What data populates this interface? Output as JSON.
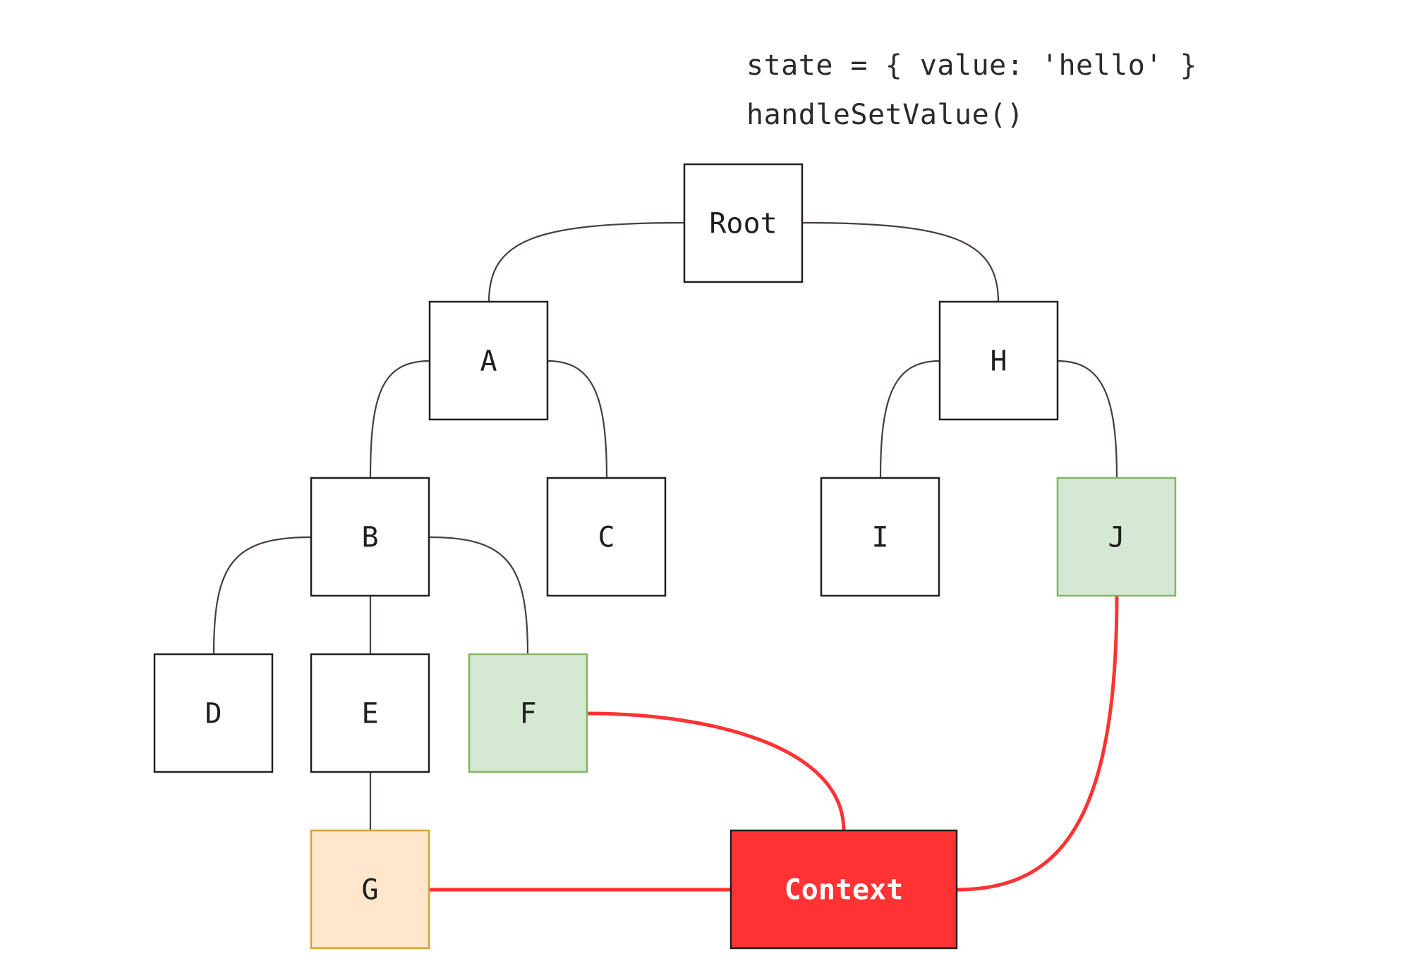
{
  "code": {
    "state_line": "state = { value: 'hello' }",
    "handler_line": "handleSetValue()"
  },
  "colors": {
    "default_fill": "#ffffff",
    "default_stroke": "#1f1f1f",
    "consumer_fill": "#d5e8d4",
    "consumer_stroke": "#82b366",
    "user_fill": "#ffe6cc",
    "user_stroke": "#d6a234",
    "context_fill": "#ff3333",
    "context_stroke": "#1f1f1f",
    "tree_edge": "#4a3c3c",
    "context_edge": "#ff3333"
  },
  "nodes": [
    {
      "id": "root",
      "label": "Root",
      "style": "default"
    },
    {
      "id": "a",
      "label": "A",
      "style": "default"
    },
    {
      "id": "h",
      "label": "H",
      "style": "default"
    },
    {
      "id": "b",
      "label": "B",
      "style": "default"
    },
    {
      "id": "c",
      "label": "C",
      "style": "default"
    },
    {
      "id": "i",
      "label": "I",
      "style": "default"
    },
    {
      "id": "j",
      "label": "J",
      "style": "consumer"
    },
    {
      "id": "d",
      "label": "D",
      "style": "default"
    },
    {
      "id": "e",
      "label": "E",
      "style": "default"
    },
    {
      "id": "f",
      "label": "F",
      "style": "consumer"
    },
    {
      "id": "g",
      "label": "G",
      "style": "user"
    },
    {
      "id": "context",
      "label": "Context",
      "style": "context"
    }
  ],
  "tree_edges": [
    {
      "from": "root",
      "to": "a"
    },
    {
      "from": "root",
      "to": "h"
    },
    {
      "from": "a",
      "to": "b"
    },
    {
      "from": "a",
      "to": "c"
    },
    {
      "from": "h",
      "to": "i"
    },
    {
      "from": "h",
      "to": "j"
    },
    {
      "from": "b",
      "to": "d"
    },
    {
      "from": "b",
      "to": "e"
    },
    {
      "from": "b",
      "to": "f"
    },
    {
      "from": "e",
      "to": "g"
    }
  ],
  "context_edges": [
    {
      "from": "g",
      "to": "context"
    },
    {
      "from": "f",
      "to": "context"
    },
    {
      "from": "j",
      "to": "context"
    }
  ]
}
